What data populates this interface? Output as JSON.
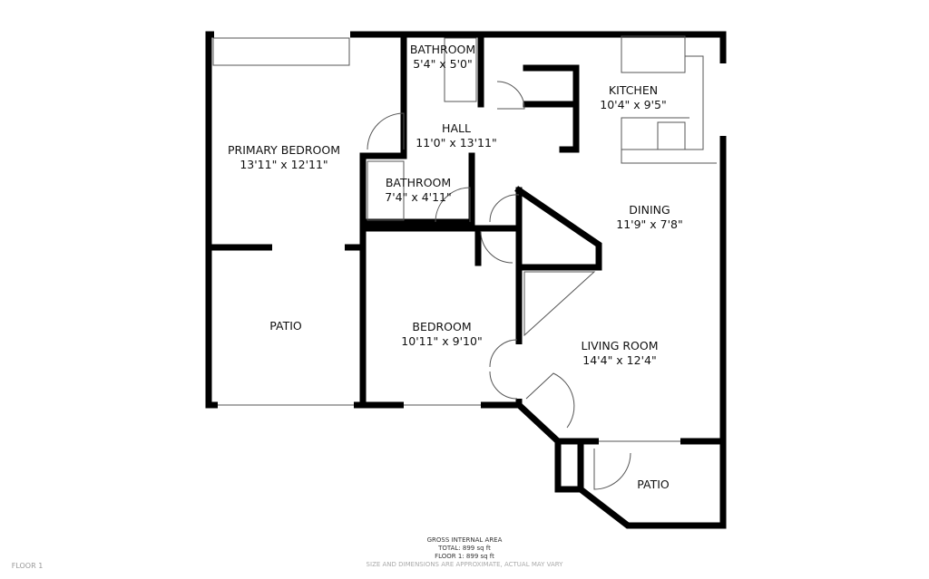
{
  "rooms": [
    {
      "name": "BATHROOM",
      "dims": "5'4\" x 5'0\""
    },
    {
      "name": "KITCHEN",
      "dims": "10'4\" x 9'5\""
    },
    {
      "name": "HALL",
      "dims": "11'0\" x 13'11\""
    },
    {
      "name": "PRIMARY BEDROOM",
      "dims": "13'11\" x 12'11\""
    },
    {
      "name": "BATHROOM",
      "dims": "7'4\" x 4'11\""
    },
    {
      "name": "DINING",
      "dims": "11'9\" x 7'8\""
    },
    {
      "name": "PATIO",
      "dims": ""
    },
    {
      "name": "BEDROOM",
      "dims": "10'11\" x 9'10\""
    },
    {
      "name": "LIVING ROOM",
      "dims": "14'4\" x 12'4\""
    },
    {
      "name": "PATIO",
      "dims": ""
    }
  ],
  "footer": {
    "title": "GROSS INTERNAL AREA",
    "total": "TOTAL: 899 sq ft",
    "floor": "FLOOR 1: 899 sq ft",
    "disclaimer": "SIZE AND DIMENSIONS ARE APPROXIMATE, ACTUAL MAY VARY",
    "floor_label": "FLOOR 1"
  }
}
